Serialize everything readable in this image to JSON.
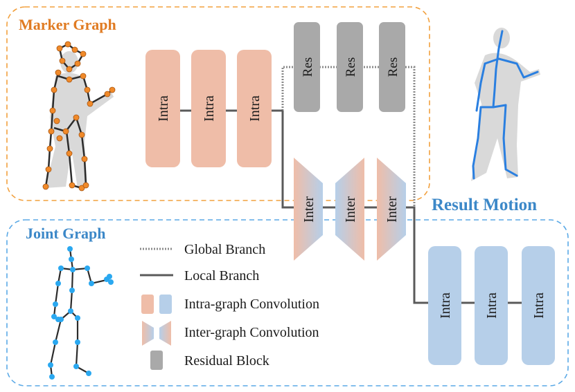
{
  "colors": {
    "marker_border": "#f2a03d",
    "marker_title": "#e07b22",
    "joint_border": "#5aa9e6",
    "joint_title": "#3c88c8",
    "result_title": "#3c88c8",
    "intra_marker": "#efbda8",
    "intra_joint": "#b6cfe9",
    "residual": "#a9a9a9",
    "branch_line": "#5a5a5a",
    "figure_body": "#d9d9d9",
    "marker_dot": "#f08a2a",
    "joint_dot": "#2aa8f0",
    "skeleton_line": "#2b2b2b",
    "result_skeleton": "#2a7fe0"
  },
  "sections": {
    "marker_graph": "Marker Graph",
    "joint_graph": "Joint Graph",
    "result_motion": "Result Motion"
  },
  "blocks": {
    "marker_intra": [
      "Intra",
      "Intra",
      "Intra"
    ],
    "residual": [
      "Res",
      "Res",
      "Res"
    ],
    "inter": [
      "Inter",
      "Inter",
      "Inter"
    ],
    "joint_intra": [
      "Intra",
      "Intra",
      "Intra"
    ]
  },
  "legend": {
    "global_branch": "Global Branch",
    "local_branch": "Local Branch",
    "intra_conv": "Intra-graph Convolution",
    "inter_conv": "Inter-graph Convolution",
    "residual_block": "Residual Block"
  },
  "icons": {
    "marker_figure": "human-figure-with-markers-icon",
    "joint_skeleton": "joint-skeleton-icon",
    "result_figure": "human-figure-with-skeleton-icon"
  }
}
